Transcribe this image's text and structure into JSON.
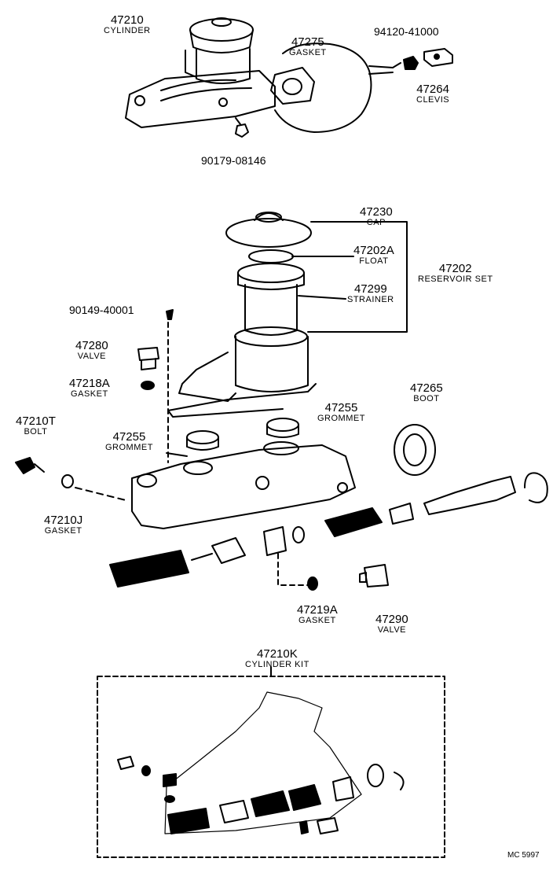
{
  "parts": {
    "p47210": {
      "number": "47210",
      "name": "CYLINDER"
    },
    "p47275": {
      "number": "47275",
      "name": "GASKET"
    },
    "p94120": {
      "number": "94120-41000"
    },
    "p47264": {
      "number": "47264",
      "name": "CLEVIS"
    },
    "p90179": {
      "number": "90179-08146"
    },
    "p47230": {
      "number": "47230",
      "name": "CAP"
    },
    "p47202A": {
      "number": "47202A",
      "name": "FLOAT"
    },
    "p47202": {
      "number": "47202",
      "name": "RESERVOIR SET"
    },
    "p47299": {
      "number": "47299",
      "name": "STRAINER"
    },
    "p90149": {
      "number": "90149-40001"
    },
    "p47280": {
      "number": "47280",
      "name": "VALVE"
    },
    "p47218A": {
      "number": "47218A",
      "name": "GASKET"
    },
    "p47255a": {
      "number": "47255",
      "name": "GROMMET"
    },
    "p47255b": {
      "number": "47255",
      "name": "GROMMET"
    },
    "p47265": {
      "number": "47265",
      "name": "BOOT"
    },
    "p47210T": {
      "number": "47210T",
      "name": "BOLT"
    },
    "p47210J": {
      "number": "47210J",
      "name": "GASKET"
    },
    "p47219A": {
      "number": "47219A",
      "name": "GASKET"
    },
    "p47290": {
      "number": "47290",
      "name": "VALVE"
    },
    "p47210K": {
      "number": "47210K",
      "name": "CYLINDER KIT"
    }
  },
  "code": "MC 5997"
}
